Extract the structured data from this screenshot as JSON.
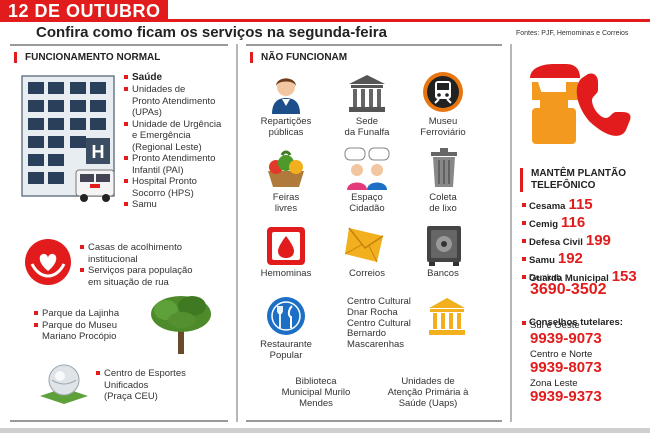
{
  "header": {
    "date": "12 DE OUTUBRO",
    "subtitle": "Confira como ficam os serviços na segunda-feira",
    "sources": "Fontes: PJF, Hemominas e Correios"
  },
  "normal": {
    "title": "FUNCIONAMENTO NORMAL",
    "saude_title": "Saúde",
    "saude_items": [
      "Unidades de Pronto Atendimento (UPAs)",
      "Unidade de Urgência e Emergência (Regional Leste)",
      "Pronto Atendimento Infantil (PAI)",
      "Hospital Pronto Socorro (HPS)",
      "Samu"
    ],
    "saude_lines": [
      [
        "Unidades de",
        "Pronto Atendimento",
        "(UPAs)"
      ],
      [
        "Unidade de Urgência",
        "e Emergência",
        "(Regional Leste)"
      ],
      [
        "Pronto Atendimento",
        "Infantil (PAI)"
      ],
      [
        "Hospital Pronto",
        "Socorro (HPS)"
      ],
      [
        "Samu"
      ]
    ],
    "social_lines": [
      [
        "Casas de acolhimento",
        "institucional"
      ],
      [
        "Serviços para população",
        "em situação de rua"
      ]
    ],
    "parks_lines": [
      [
        "Parque da Lajinha"
      ],
      [
        "Parque do Museu",
        "Mariano Procópio"
      ]
    ],
    "sports_lines": [
      [
        "Centro de Esportes",
        "Unificados",
        "(Praça CEU)"
      ]
    ],
    "hospital_sign": "H"
  },
  "closed": {
    "title": "NÃO FUNCIONAM",
    "items": [
      {
        "icon": "public-office-person-icon",
        "lines": [
          "Repartições",
          "públicas"
        ]
      },
      {
        "icon": "funalfa-building-icon",
        "lines": [
          "Sede",
          "da Funalfa"
        ]
      },
      {
        "icon": "railway-train-icon",
        "lines": [
          "Museu",
          "Ferroviário"
        ]
      },
      {
        "icon": "vegetable-basket-icon",
        "lines": [
          "Feiras",
          "livres"
        ]
      },
      {
        "icon": "chat-people-icon",
        "lines": [
          "Espaço",
          "Cidadão"
        ]
      },
      {
        "icon": "trash-can-icon",
        "lines": [
          "Coleta",
          "de lixo"
        ]
      },
      {
        "icon": "blood-drop-icon",
        "lines": [
          "Hemominas"
        ]
      },
      {
        "icon": "envelope-icon",
        "lines": [
          "Correios"
        ]
      },
      {
        "icon": "safe-icon",
        "lines": [
          "Bancos"
        ]
      },
      {
        "icon": "fork-knife-icon",
        "lines": [
          "Restaurante",
          "Popular"
        ]
      },
      {
        "icon": "none",
        "lines": [
          "Centro Cultural",
          "Dnar Rocha",
          "Centro Cultural",
          "Bernardo",
          "Mascarenhas"
        ]
      },
      {
        "icon": "cultural-building-icon",
        "lines": []
      },
      {
        "icon": "none",
        "lines": [
          "Biblioteca",
          "Municipal Murilo",
          "Mendes"
        ]
      },
      {
        "icon": "none",
        "lines": [
          "Unidades de",
          "Atenção Primária à",
          "Saúde (Uaps)"
        ]
      }
    ]
  },
  "plantao": {
    "title_lines": [
      "MANTÊM PLANTÃO",
      "TELEFÔNICO"
    ],
    "phones": [
      {
        "name": "Cesama",
        "number": "115"
      },
      {
        "name": "Cemig",
        "number": "116"
      },
      {
        "name": "Defesa Civil",
        "number": "199"
      },
      {
        "name": "Samu",
        "number": "192"
      },
      {
        "name": "Guarda Municipal",
        "number": "153"
      }
    ],
    "demlurb_name": "Demlurb",
    "demlurb_number": "3690-3502",
    "conselhos_title": "Conselhos tutelares:",
    "conselhos": [
      {
        "region": "Sul e Oeste",
        "number": "9939-9073"
      },
      {
        "region": "Centro e Norte",
        "number": "9939-8073"
      },
      {
        "region": "Zona Leste",
        "number": "9939-9373"
      }
    ]
  },
  "colors": {
    "accent": "#e21c1c",
    "orange": "#f39a1e",
    "panel_gray": "#b7b7b7"
  }
}
